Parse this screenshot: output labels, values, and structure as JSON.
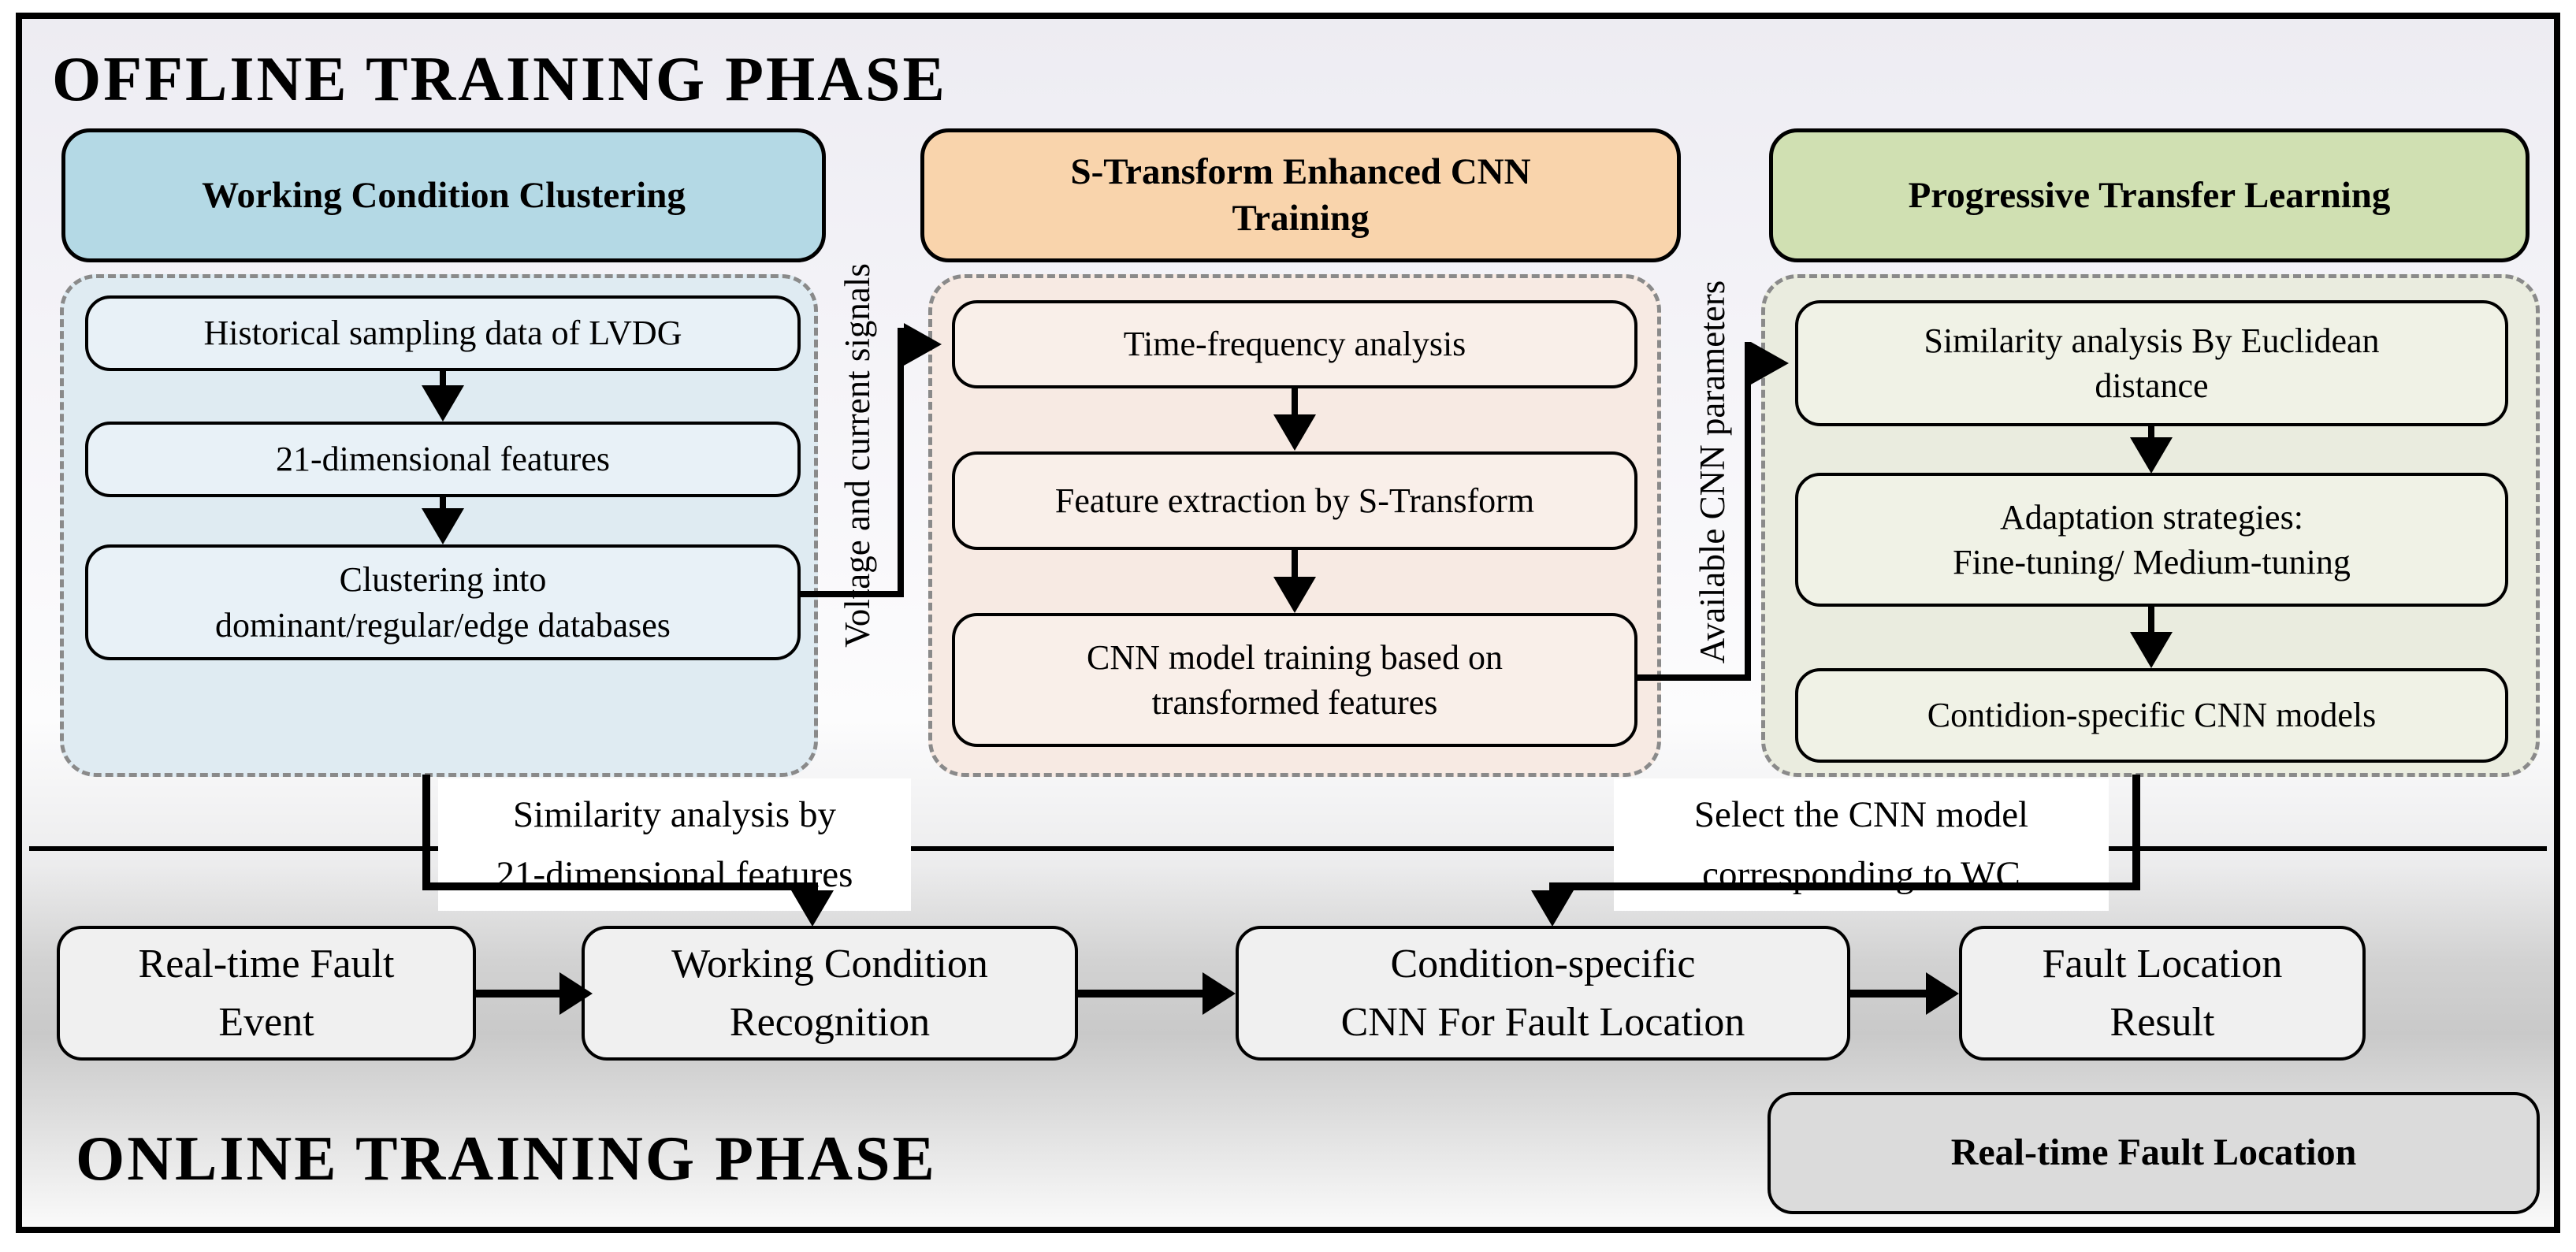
{
  "colors": {
    "col1_header_bg": "#b4d9e5",
    "col2_header_bg": "#f9d4ac",
    "col3_header_bg": "#d0e0b2",
    "col1_container_bg": "#dfebf2",
    "col2_container_bg": "#f7eae3",
    "col3_container_bg": "#eaecdf",
    "col1_node_bg": "#e8f1f7",
    "col2_node_bg": "#f9efe9",
    "col3_node_bg": "#f0f2e6",
    "online_node_bg": "#f0f0f0",
    "result_box_bg": "#dbdbdb",
    "dashed_border": "#8a8a8a"
  },
  "offline": {
    "title": "OFFLINE TRAINING PHASE",
    "columns": [
      {
        "header": "Working Condition Clustering",
        "boxes": [
          "Historical sampling data of LVDG",
          "21-dimensional features",
          "Clustering into\ndominant/regular/edge databases"
        ]
      },
      {
        "header": "S-Transform Enhanced CNN\nTraining",
        "boxes": [
          "Time-frequency analysis",
          "Feature extraction by S-Transform",
          "CNN model training based on\ntransformed features"
        ]
      },
      {
        "header": "Progressive Transfer Learning",
        "boxes": [
          "Similarity analysis By Euclidean\ndistance",
          "Adaptation strategies:\nFine-tuning/ Medium-tuning",
          "Contidion-specific CNN models"
        ]
      }
    ]
  },
  "connectors": {
    "voltage_label": "Voltage and current signals",
    "cnn_params_label": "Available CNN parameters",
    "similarity_label": "Similarity analysis by\n21-dimensional features",
    "select_model_label": "Select the CNN model\ncorresponding to WC"
  },
  "online": {
    "title": "ONLINE TRAINING PHASE",
    "boxes": [
      "Real-time Fault\nEvent",
      "Working Condition\nRecognition",
      "Condition-specific\nCNN For Fault Location",
      "Fault Location\nResult"
    ],
    "result_box": "Real-time Fault Location"
  }
}
